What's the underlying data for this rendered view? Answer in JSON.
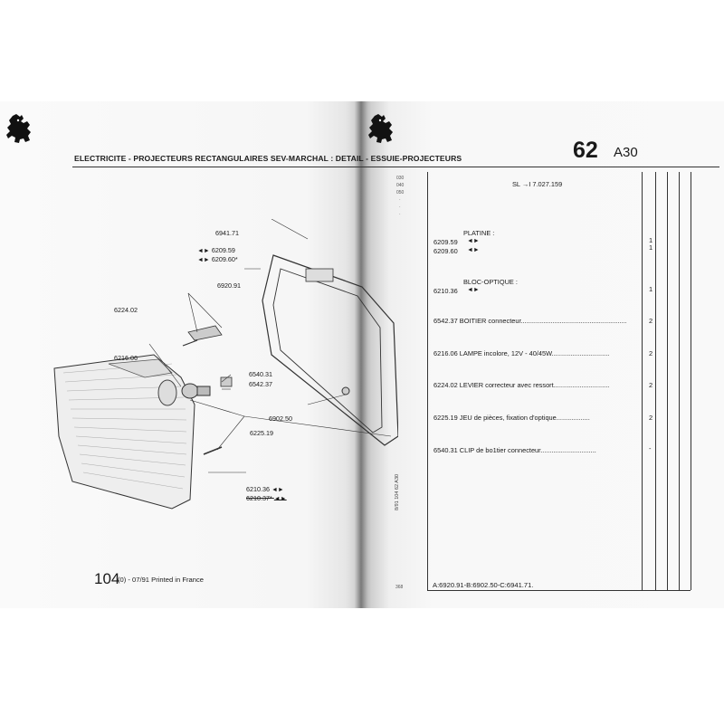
{
  "header": {
    "title": "ELECTRICITE - PROJECTEURS RECTANGULAIRES SEV-MARCHAL : DETAIL - ESSUIE-PROJECTEURS",
    "chapter": "62",
    "chapter_sub": "A30"
  },
  "diagram": {
    "callouts": [
      {
        "id": "c1",
        "label": "6941.71"
      },
      {
        "id": "c2",
        "label": "6209.59"
      },
      {
        "id": "c3",
        "label": "6209.60*"
      },
      {
        "id": "c4",
        "label": "6920.91"
      },
      {
        "id": "c5",
        "label": "6224.02"
      },
      {
        "id": "c6",
        "label": "6216.06"
      },
      {
        "id": "c7",
        "label": "6540.31"
      },
      {
        "id": "c8",
        "label": "6542.37"
      },
      {
        "id": "c9",
        "label": "6902.50"
      },
      {
        "id": "c10",
        "label": "6225.19"
      },
      {
        "id": "c11",
        "label": "6210.36"
      },
      {
        "id": "c12",
        "label": "6210.37*"
      }
    ]
  },
  "margin_codes": [
    "030",
    "040",
    "050",
    "·",
    "·",
    "·"
  ],
  "sl_ref": "SL  →I  7.027.159",
  "parts": [
    {
      "ref": "",
      "desc": "PLATINE :",
      "qty": ""
    },
    {
      "ref": "6209.59",
      "desc": "",
      "qty": "1"
    },
    {
      "ref": "6209.60",
      "desc": "",
      "qty": "1"
    },
    {
      "ref": "",
      "desc": "BLOC-OPTIQUE :",
      "qty": ""
    },
    {
      "ref": "6210.36",
      "desc": "",
      "qty": "1"
    },
    {
      "ref": "6542.37",
      "desc": "BOITIER connecteur",
      "qty": "2"
    },
    {
      "ref": "6216.06",
      "desc": "LAMPE incolore, 12V - 40/45W",
      "qty": "2"
    },
    {
      "ref": "6224.02",
      "desc": "LEVIER correcteur avec ressort",
      "qty": "2"
    },
    {
      "ref": "6225.19",
      "desc": "JEU de pièces, fixation d'optique",
      "qty": "2"
    },
    {
      "ref": "6540.31",
      "desc": "CLIP de bo1tier connecteur",
      "qty": "-"
    }
  ],
  "footer": {
    "left_num": "104",
    "left_text": "(0) - 07/91 Printed in France",
    "right_text": "A:6920.91-B:6902.50-C:6941.71.",
    "side_code": "8/91  104 62 A30",
    "page_num": "368"
  }
}
